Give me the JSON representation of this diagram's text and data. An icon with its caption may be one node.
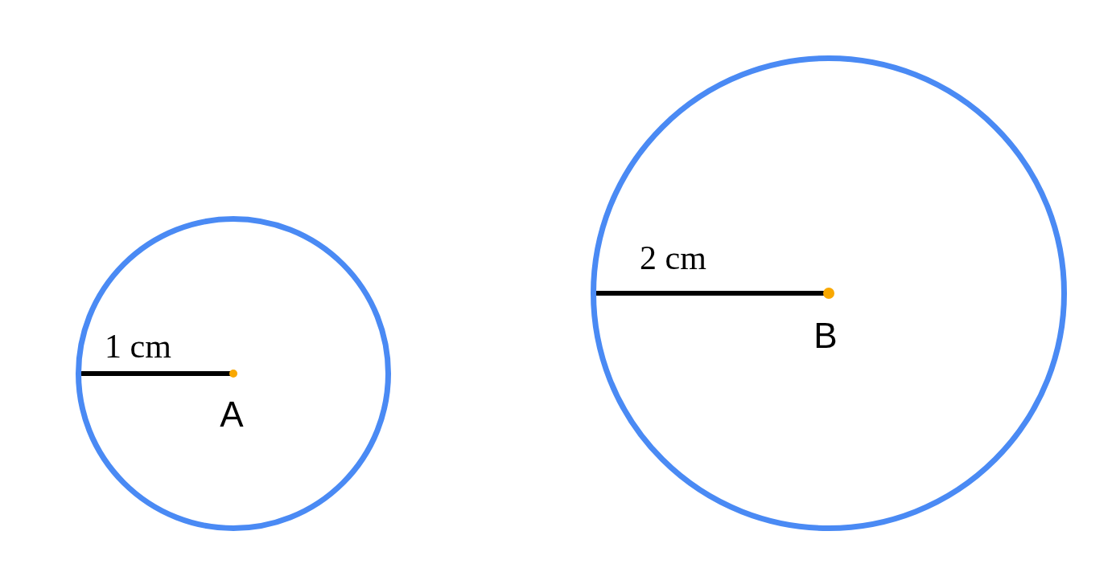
{
  "diagram": {
    "nodes": [
      {
        "text": [
          "A"
        ]
      },
      {
        "text": [
          "B"
        ]
      }
    ],
    "labels": [
      "1 cm",
      "2 cm"
    ]
  }
}
